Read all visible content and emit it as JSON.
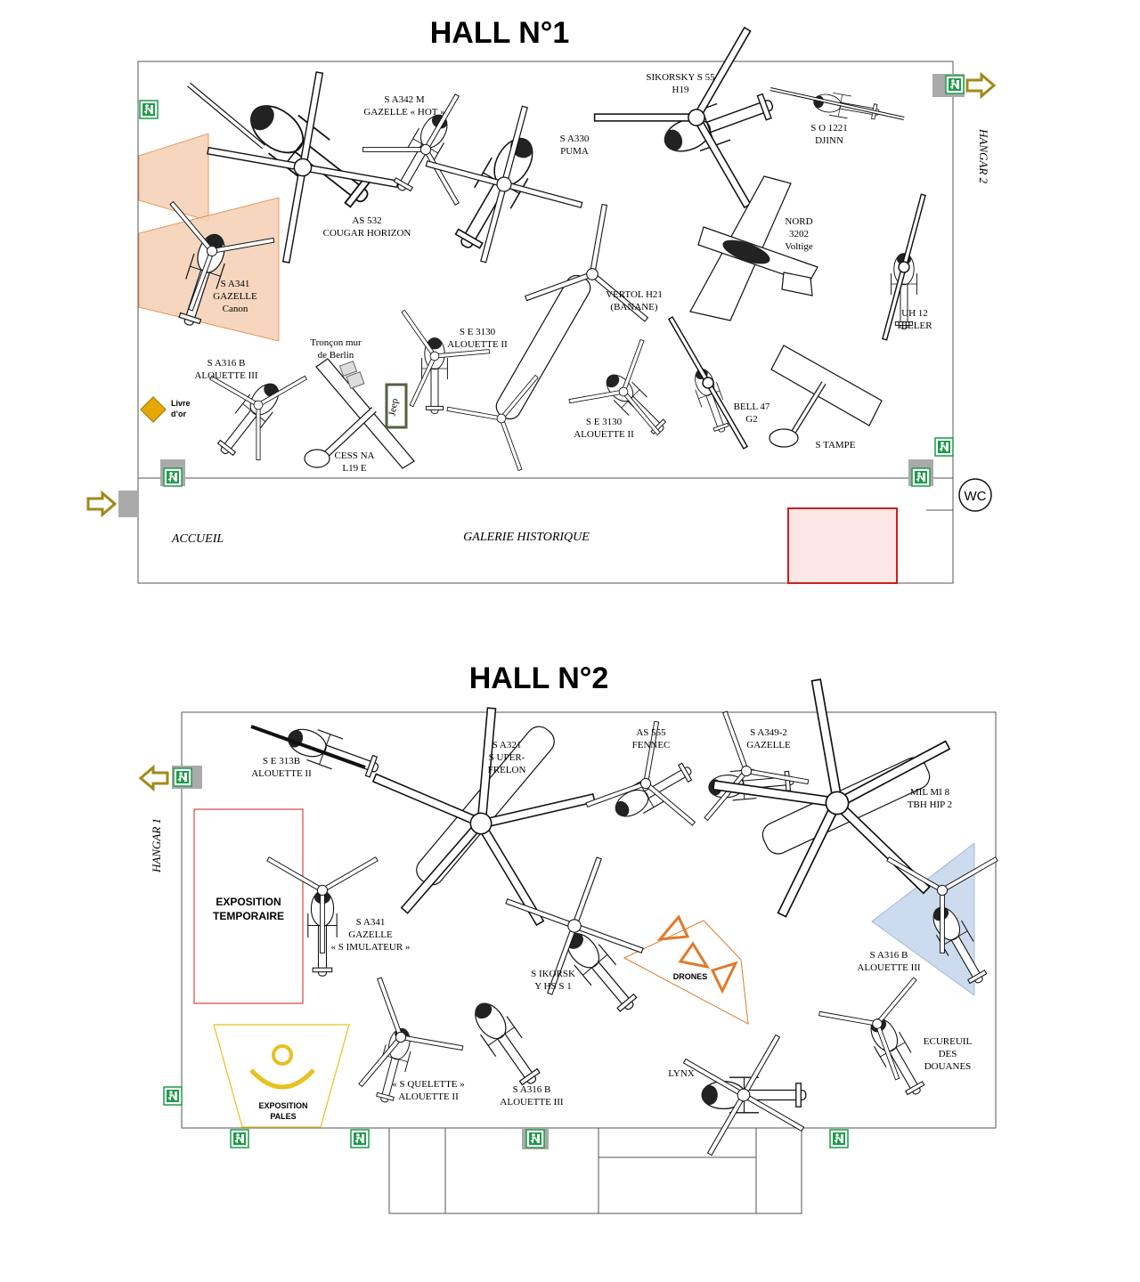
{
  "hall1": {
    "title": "HALL N°1",
    "hangar_label": "HANGAR 2",
    "accueil": "ACCUEIL",
    "galerie": "GALERIE HISTORIQUE",
    "wc": "WC",
    "livre": [
      "Livre",
      "d’or"
    ],
    "troncon": [
      "Tronçon mur",
      "de Berlin"
    ],
    "jeep": "Jeep",
    "aircraft": [
      {
        "id": "cougar",
        "label": [
          "AS 532",
          "COUGAR HORIZON"
        ]
      },
      {
        "id": "sa342m",
        "label": [
          "S A342 M",
          "GAZELLE « HOT »"
        ]
      },
      {
        "id": "puma",
        "label": [
          "S A330",
          "PUMA"
        ]
      },
      {
        "id": "sikorsky55",
        "label": [
          "SIKORSKY S 55",
          "H19"
        ]
      },
      {
        "id": "djinn",
        "label": [
          "S O 1221",
          "DJINN"
        ]
      },
      {
        "id": "sa341canon",
        "label": [
          "S A341",
          "GAZELLE",
          "Canon"
        ]
      },
      {
        "id": "nord",
        "label": [
          "NORD",
          "3202",
          "Voltige"
        ]
      },
      {
        "id": "vertol",
        "label": [
          "VERTOL H21",
          "(BANANE)"
        ]
      },
      {
        "id": "uh12",
        "label": [
          "UH 12",
          "HILLER"
        ]
      },
      {
        "id": "se3130a",
        "label": [
          "S E 3130",
          "ALOUETTE II"
        ]
      },
      {
        "id": "sa316b",
        "label": [
          "S A316 B",
          "ALOUETTE III"
        ]
      },
      {
        "id": "se3130b",
        "label": [
          "S E 3130",
          "ALOUETTE II"
        ]
      },
      {
        "id": "bell47",
        "label": [
          "BELL 47",
          "G2"
        ]
      },
      {
        "id": "stampe",
        "label": [
          "S TAMPE"
        ]
      },
      {
        "id": "cessna",
        "label": [
          "CESS NA",
          "L19 E"
        ]
      }
    ]
  },
  "hall2": {
    "title": "HALL N°2",
    "hangar_label": "HANGAR 1",
    "expo_temp": [
      "EXPOSITION",
      "TEMPORAIRE"
    ],
    "expo_pales": [
      "EXPOSITION",
      "PALES"
    ],
    "drones": "DRONES",
    "aircraft": [
      {
        "id": "se313b",
        "label": [
          "S E 313B",
          "ALOUETTE II"
        ]
      },
      {
        "id": "superfrelon",
        "label": [
          "S A321",
          "S UPER-",
          "FRELON"
        ]
      },
      {
        "id": "fennec",
        "label": [
          "AS 555",
          "FENNEC"
        ]
      },
      {
        "id": "sa349",
        "label": [
          "S A349-2",
          "GAZELLE"
        ]
      },
      {
        "id": "mi8",
        "label": [
          "MIL MI 8",
          "TBH HIP 2"
        ]
      },
      {
        "id": "sa341sim",
        "label": [
          "S A341",
          "GAZELLE",
          "« S IMULATEUR »"
        ]
      },
      {
        "id": "sikorskyhss1",
        "label": [
          "S IKORSK",
          "Y HS S 1"
        ]
      },
      {
        "id": "sa316b2",
        "label": [
          "S A316 B",
          "ALOUETTE III"
        ]
      },
      {
        "id": "ecureuil",
        "label": [
          "ECUREUIL",
          "DES",
          "DOUANES"
        ]
      },
      {
        "id": "squelette",
        "label": [
          "« S QUELETTE »",
          "ALOUETTE II"
        ]
      },
      {
        "id": "sa316b3",
        "label": [
          "S A316 B",
          "ALOUETTE III"
        ]
      },
      {
        "id": "lynx",
        "label": [
          "LYNX"
        ]
      }
    ]
  },
  "colors": {
    "exit_green": "#1f9a4a",
    "arrow_gold": "#a08a1a",
    "orange_zone": "#f6d2b8",
    "orange_line": "#e07a2c",
    "red_zone": "#fde6e6",
    "red_line": "#cc1f1f",
    "blue_zone": "#c8d8ee",
    "yellow_line": "#e8c020",
    "diamond": "#e4a800"
  }
}
